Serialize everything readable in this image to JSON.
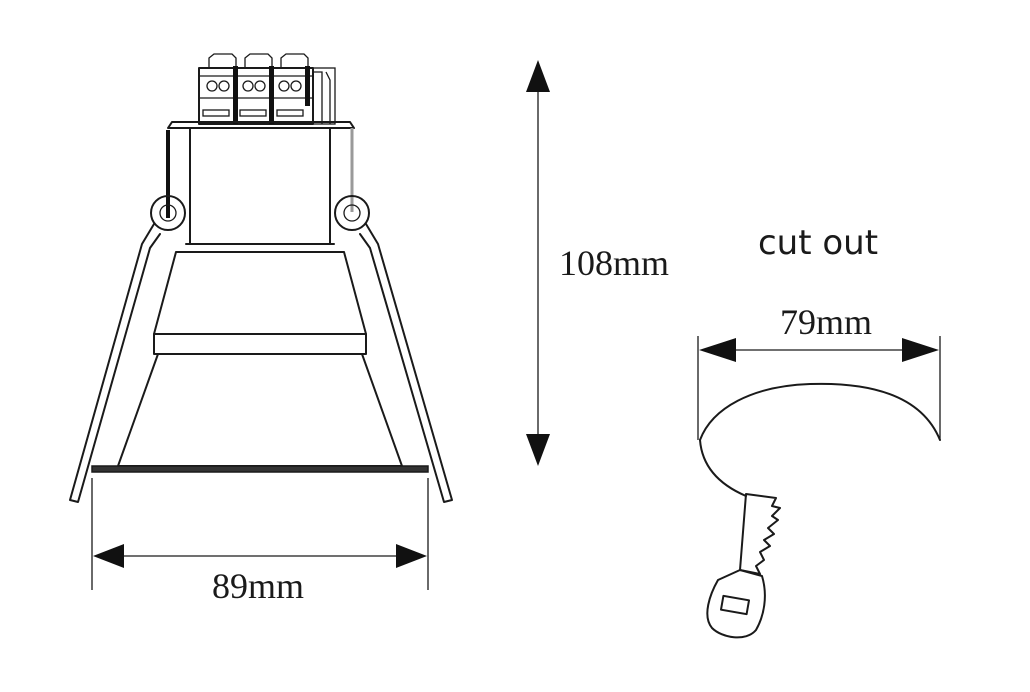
{
  "labels": {
    "width_dimension": "89mm",
    "height_dimension": "108mm",
    "cutout_title": "cut out",
    "cutout_dimension": "79mm"
  },
  "colors": {
    "line": "#1a1a1a",
    "wire_grey": "#9a9a9a",
    "background": "#ffffff"
  }
}
